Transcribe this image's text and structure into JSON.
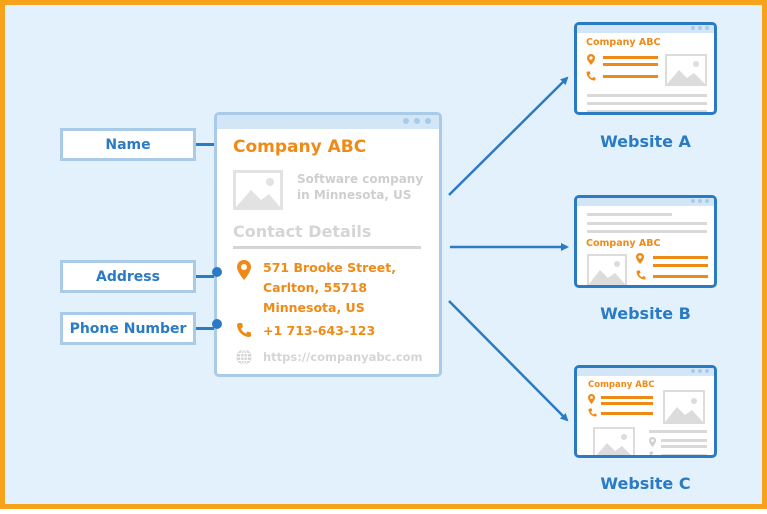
{
  "labels": {
    "name": "Name",
    "address": "Address",
    "phone": "Phone Number"
  },
  "card": {
    "company": "Company ABC",
    "description_line1": "Software company",
    "description_line2": "in Minnesota, US",
    "contact_heading": "Contact Details",
    "address_line1": "571 Brooke Street,",
    "address_line2": "Carlton, 55718",
    "address_line3": "Minnesota, US",
    "phone": "+1 713-643-123",
    "url": "https://companyabc.com"
  },
  "websites": [
    {
      "title": "Company ABC",
      "label": "Website A"
    },
    {
      "title": "Company ABC",
      "label": "Website B"
    },
    {
      "title": "Company ABC",
      "label": "Website C"
    }
  ],
  "colors": {
    "border": "#f7a21b",
    "background": "#e3f1fc",
    "accent_blue": "#2a7bc3",
    "accent_orange": "#f08a17",
    "light_blue": "#a9cbe8",
    "gray": "#d5d5d5"
  }
}
